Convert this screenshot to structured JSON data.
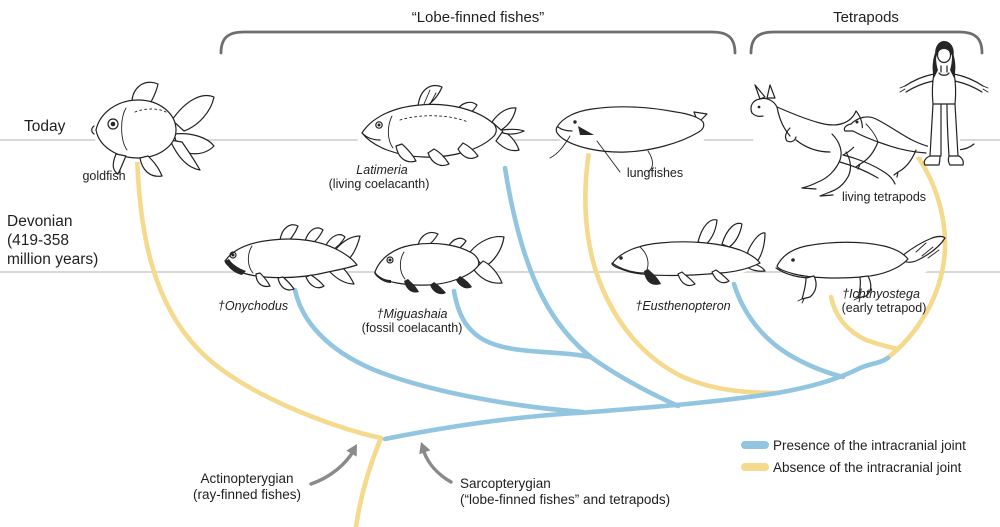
{
  "colors": {
    "presence_blue": "#92C5E0",
    "absence_yellow": "#F5D98C",
    "timeline_gray": "#CCCCCC",
    "arrow_gray": "#8A8A8A",
    "bracket_gray": "#6E6E6E",
    "ink": "#1F1F1F"
  },
  "group_brackets": {
    "lobe_finned": "“Lobe-finned fishes”",
    "tetrapods": "Tetrapods"
  },
  "timeline": {
    "today": "Today",
    "devonian": "Devonian\n(419-358\nmillion years)"
  },
  "taxa": {
    "goldfish": {
      "name": "goldfish"
    },
    "latimeria": {
      "name": "Latimeria",
      "sub": "(living coelacanth)"
    },
    "lungfishes": {
      "name": "lungfishes"
    },
    "living_tetrapods": {
      "name": "living tetrapods"
    },
    "onychodus": {
      "name": "†Onychodus"
    },
    "miguashaia": {
      "name": "†Miguashaia",
      "sub": "(fossil coelacanth)"
    },
    "eusthenopteron": {
      "name": "†Eusthenopteron"
    },
    "ichthyostega": {
      "name": "†Ichthyostega",
      "sub": "(early tetrapod)"
    }
  },
  "clades": {
    "actinopterygian": "Actinopterygian\n(ray-finned fishes)",
    "sarcopterygian": "Sarcopterygian\n(“lobe-finned fishes” and tetrapods)"
  },
  "legend": [
    {
      "key": "presence_blue",
      "label": "Presence of the intracranial joint"
    },
    {
      "key": "absence_yellow",
      "label": "Absence of the intracranial joint"
    }
  ]
}
